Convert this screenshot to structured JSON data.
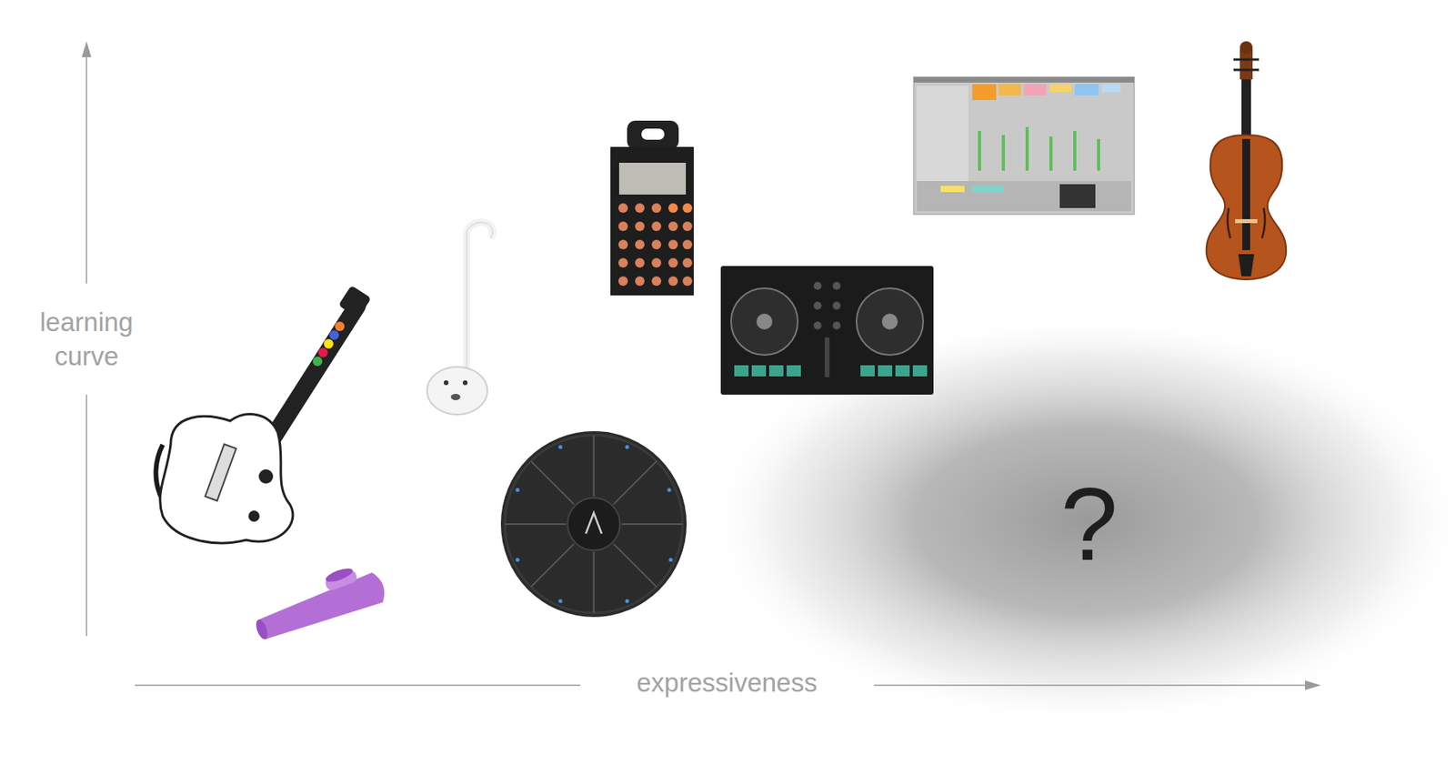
{
  "diagram": {
    "labels": [
      "learning curve",
      "expressiveness",
      "?"
    ]
  }
}
